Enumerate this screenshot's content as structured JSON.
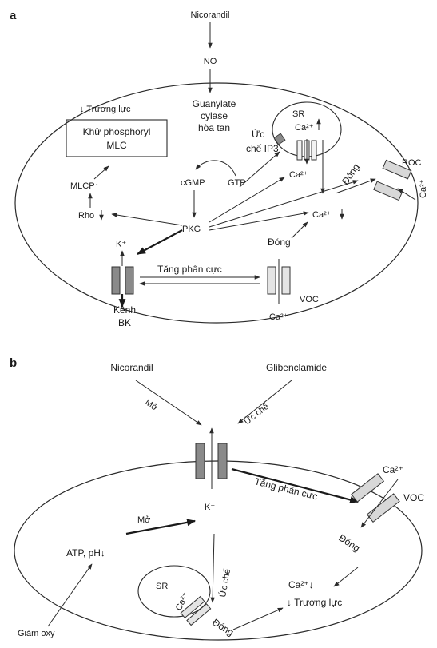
{
  "panel_a": {
    "label": "a",
    "nicorandil": "Nicorandil",
    "no": "NO",
    "guanylate_line1": "Guanylate",
    "guanylate_line2": "cylase",
    "guanylate_line3": "hòa tan",
    "tone_down": "↓ Trương lực",
    "box_line1": "Khử phosphoryl",
    "box_line2": "MLC",
    "mlcp": "MLCP↑",
    "rho": "Rho",
    "cgmp": "cGMP",
    "gtp": "GTP",
    "pkg": "PKG",
    "sr": "SR",
    "ca_sr": "Ca²⁺",
    "inhibit_ip3_line1": "Ức",
    "inhibit_ip3_line2": "chế IP3",
    "ca_mid": "Ca²⁺",
    "ca_down": "Ca²⁺",
    "close_roc": "Đóng",
    "roc": "ROC",
    "ca_roc": "Ca²⁺",
    "k": "K⁺",
    "hyperpolarization": "Tăng phân cực",
    "close_voc": "Đóng",
    "voc": "VOC",
    "ca_voc": "Ca²⁺",
    "bk_line1": "Kênh",
    "bk_line2": "BK"
  },
  "panel_b": {
    "label": "b",
    "nicorandil": "Nicorandil",
    "glibenclamide": "Glibenclamide",
    "open": "Mở",
    "inhibit": "Ức chế",
    "ca_top": "Ca²⁺",
    "voc": "VOC",
    "hyperpolarization": "Tăng phân cực",
    "k": "K⁺",
    "open_inner": "Mở",
    "atp": "ATP, pH↓",
    "close_voc": "Đóng",
    "inhibit_inner": "Ức chế",
    "sr": "SR",
    "ca_sr": "Ca²⁺",
    "close_sr": "Đóng",
    "ca_down": "Ca²⁺↓",
    "tone_down": "↓ Trương lực",
    "hypoxia": "Giảm oxy"
  }
}
